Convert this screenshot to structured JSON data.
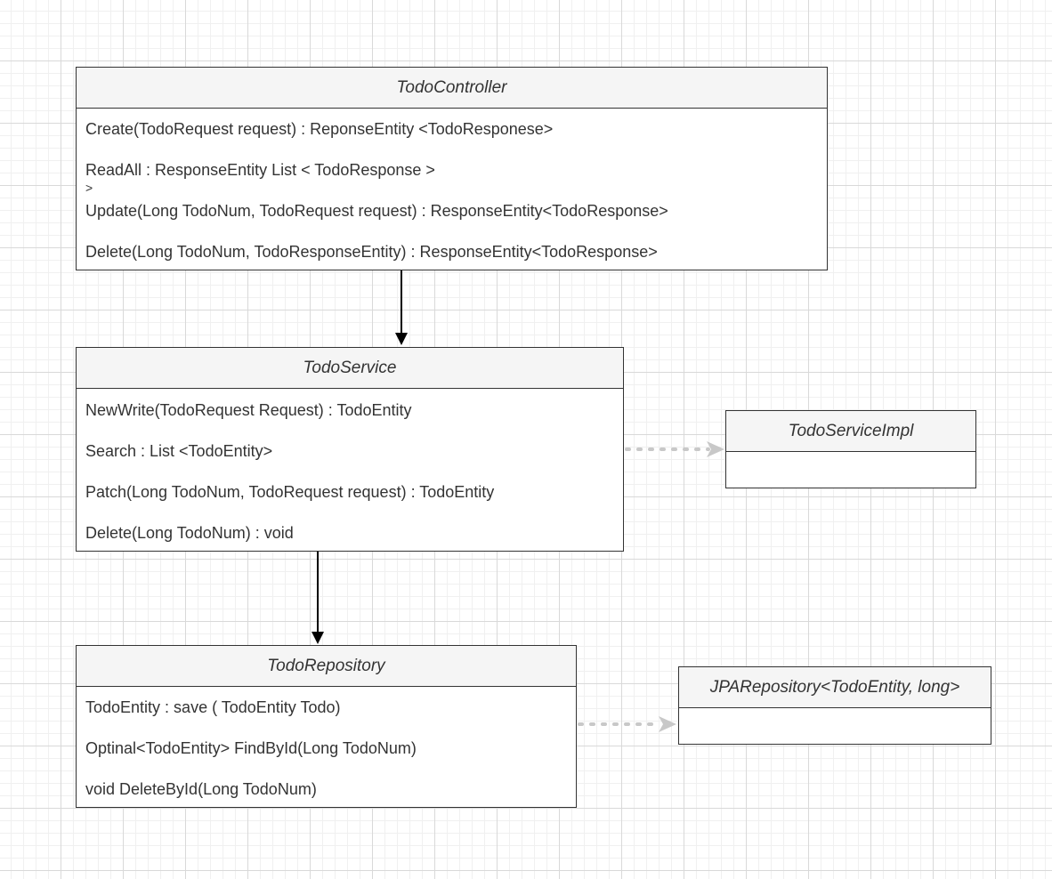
{
  "classes": {
    "controller": {
      "name": "TodoController",
      "members": [
        "Create(TodoRequest request) :  ReponseEntity <TodoResponese>",
        "ReadAll : ResponseEntity List < TodoResponse >",
        "Update(Long TodoNum, TodoRequest request) : ResponseEntity<TodoResponse>",
        "Delete(Long TodoNum, TodoResponseEntity) : ResponseEntity<TodoResponse>"
      ],
      "overflow": ">"
    },
    "service": {
      "name": "TodoService",
      "members": [
        "NewWrite(TodoRequest Request) : TodoEntity",
        "Search : List <TodoEntity>",
        "Patch(Long TodoNum, TodoRequest request) : TodoEntity",
        "Delete(Long TodoNum) : void"
      ]
    },
    "service_impl": {
      "name": "TodoServiceImpl"
    },
    "repository": {
      "name": "TodoRepository",
      "members": [
        "TodoEntity : save ( TodoEntity Todo)",
        "Optinal<TodoEntity> FindById(Long TodoNum)",
        "void DeleteById(Long TodoNum)"
      ]
    },
    "jpa_repository": {
      "name": "JPARepository<TodoEntity, long>"
    }
  },
  "colors": {
    "line": "#000000",
    "dotted": "#c8c8c8",
    "header_bg": "#f5f5f5",
    "text": "#333333"
  }
}
